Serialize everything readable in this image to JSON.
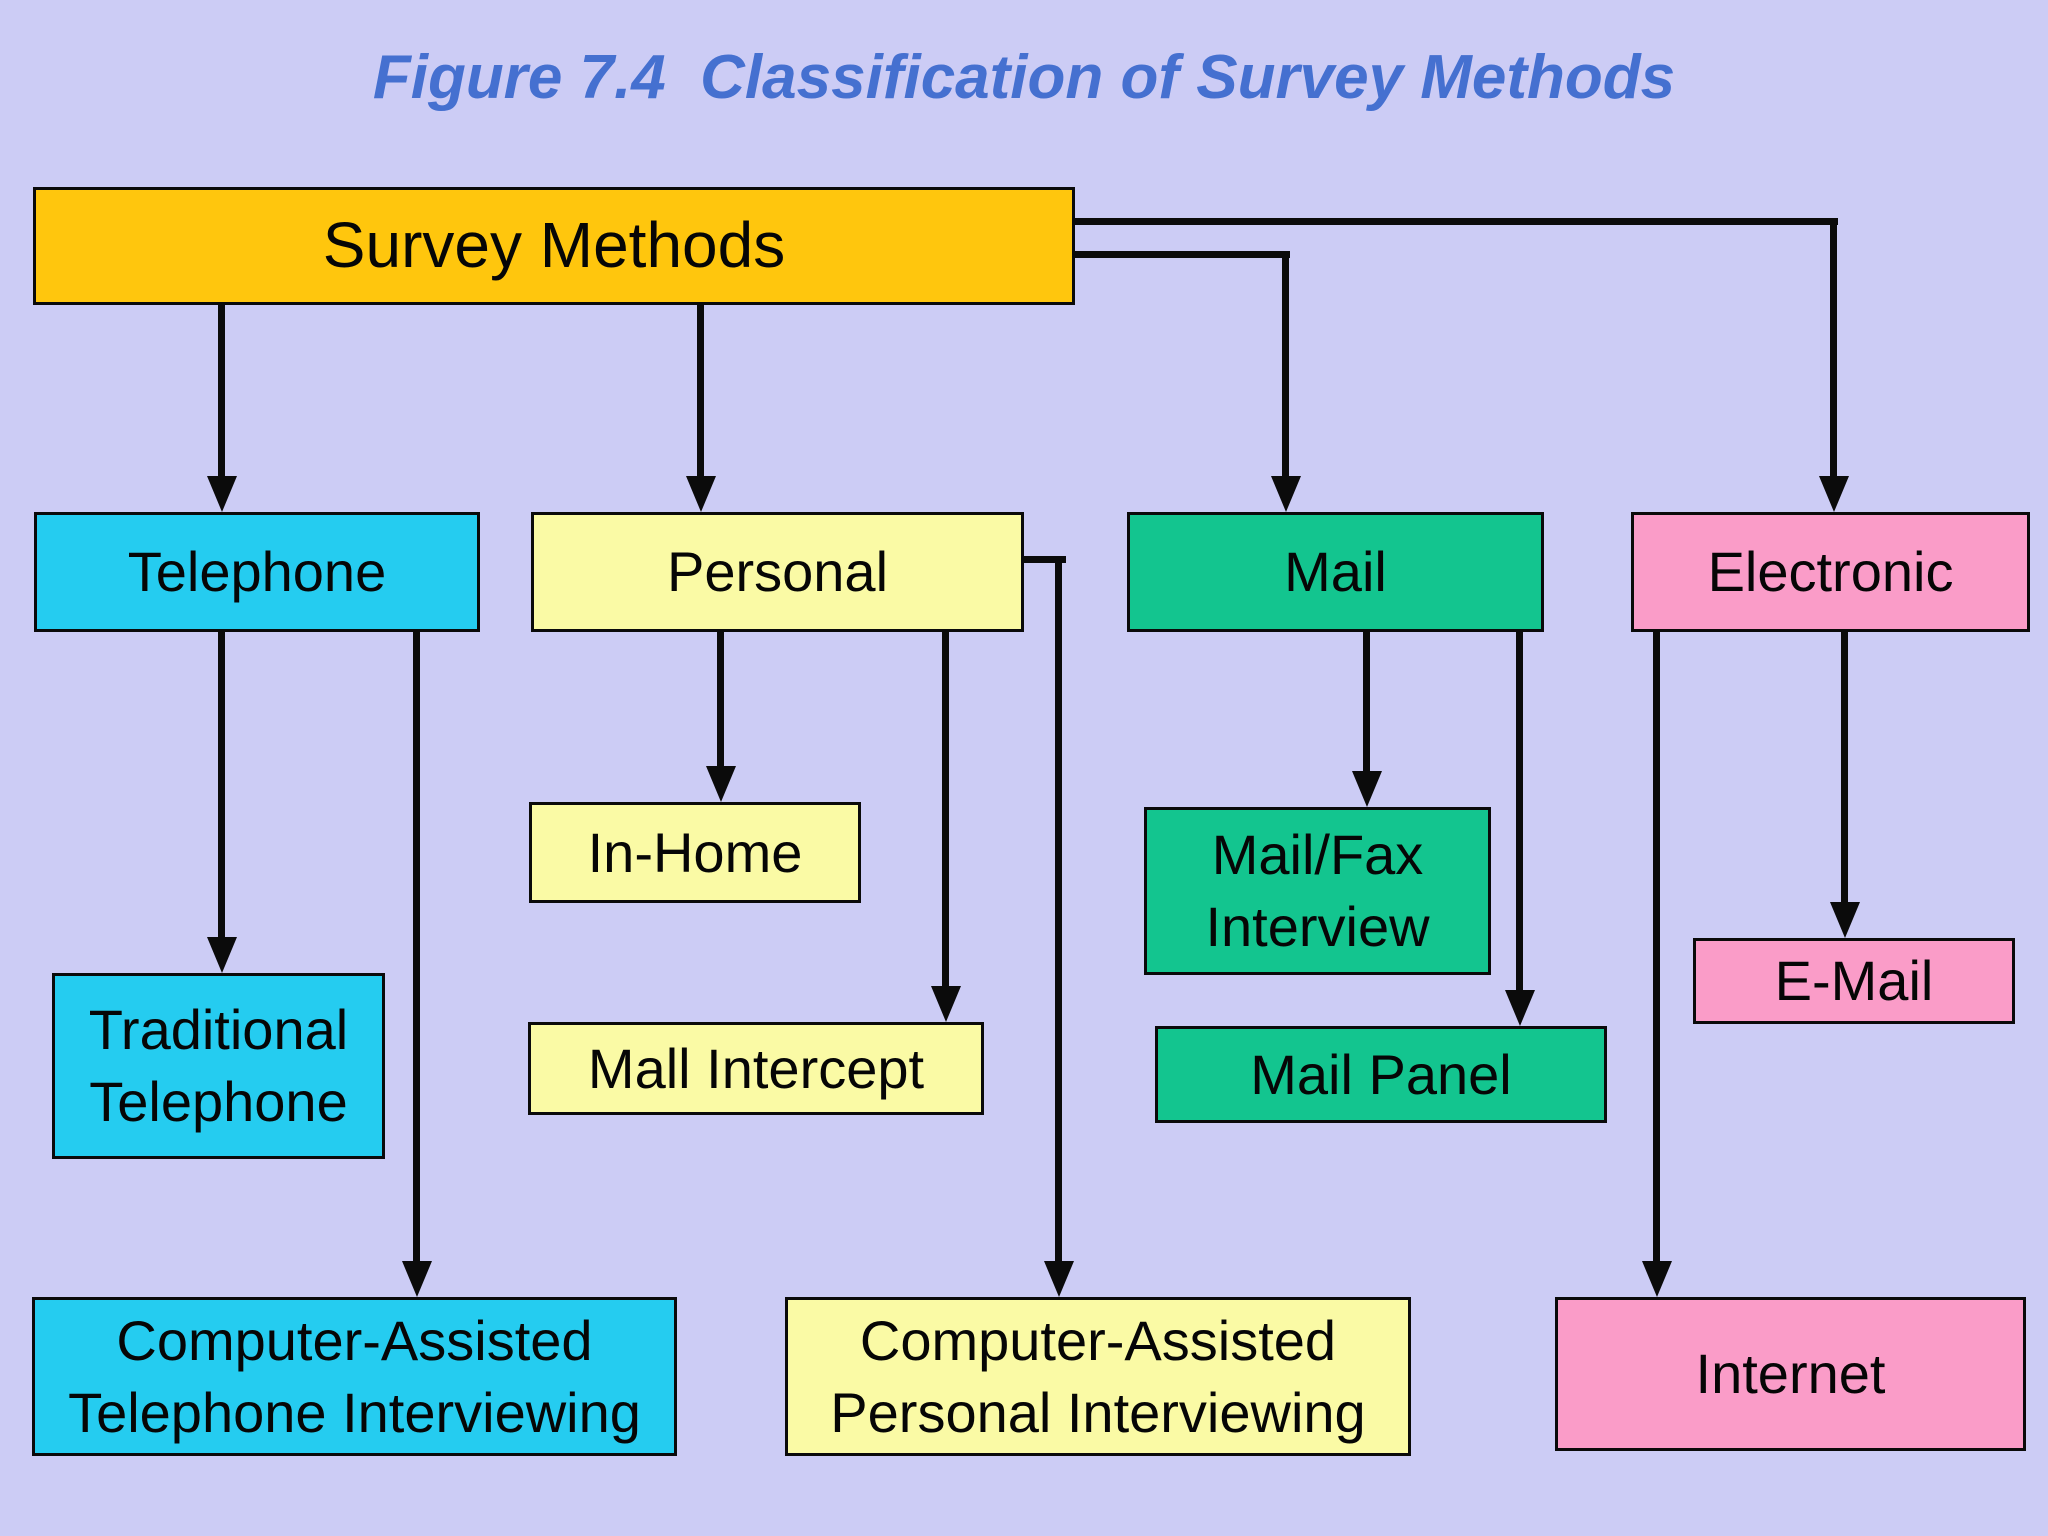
{
  "title": "Figure 7.4  Classification of Survey Methods",
  "palette": {
    "background": "#CCCCF5",
    "title_text": "#4570D0",
    "line": "#0b0b0b",
    "gold": "#FFC60D",
    "cyan": "#25CCF0",
    "yellow": "#FAFAA5",
    "green": "#13C58F",
    "pink": "#FA9CC8"
  },
  "nodes": {
    "survey_methods": {
      "label": "Survey Methods",
      "color": "#FFC60D"
    },
    "telephone": {
      "label": "Telephone",
      "color": "#25CCF0"
    },
    "personal": {
      "label": "Personal",
      "color": "#FAFAA5"
    },
    "mail": {
      "label": "Mail",
      "color": "#13C58F"
    },
    "electronic": {
      "label": "Electronic",
      "color": "#FA9CC8"
    },
    "in_home": {
      "label": "In-Home",
      "color": "#FAFAA5"
    },
    "mail_fax_interview": {
      "label": "Mail/Fax\nInterview",
      "color": "#13C58F"
    },
    "traditional_telephone": {
      "label": "Traditional\nTelephone",
      "color": "#25CCF0"
    },
    "mall_intercept": {
      "label": "Mall Intercept",
      "color": "#FAFAA5"
    },
    "mail_panel": {
      "label": "Mail Panel",
      "color": "#13C58F"
    },
    "e_mail": {
      "label": "E-Mail",
      "color": "#FA9CC8"
    },
    "cati": {
      "label": "Computer-Assisted\nTelephone Interviewing",
      "color": "#25CCF0"
    },
    "capi": {
      "label": "Computer-Assisted\nPersonal Interviewing",
      "color": "#FAFAA5"
    },
    "internet": {
      "label": "Internet",
      "color": "#FA9CC8"
    }
  },
  "connections": [
    {
      "from": "survey_methods",
      "to": "telephone"
    },
    {
      "from": "survey_methods",
      "to": "personal"
    },
    {
      "from": "survey_methods",
      "to": "mail"
    },
    {
      "from": "survey_methods",
      "to": "electronic"
    },
    {
      "from": "telephone",
      "to": "traditional_telephone"
    },
    {
      "from": "telephone",
      "to": "cati"
    },
    {
      "from": "personal",
      "to": "in_home"
    },
    {
      "from": "personal",
      "to": "mall_intercept"
    },
    {
      "from": "personal",
      "to": "capi"
    },
    {
      "from": "mail",
      "to": "mail_fax_interview"
    },
    {
      "from": "mail",
      "to": "mail_panel"
    },
    {
      "from": "electronic",
      "to": "e_mail"
    },
    {
      "from": "electronic",
      "to": "internet"
    }
  ]
}
